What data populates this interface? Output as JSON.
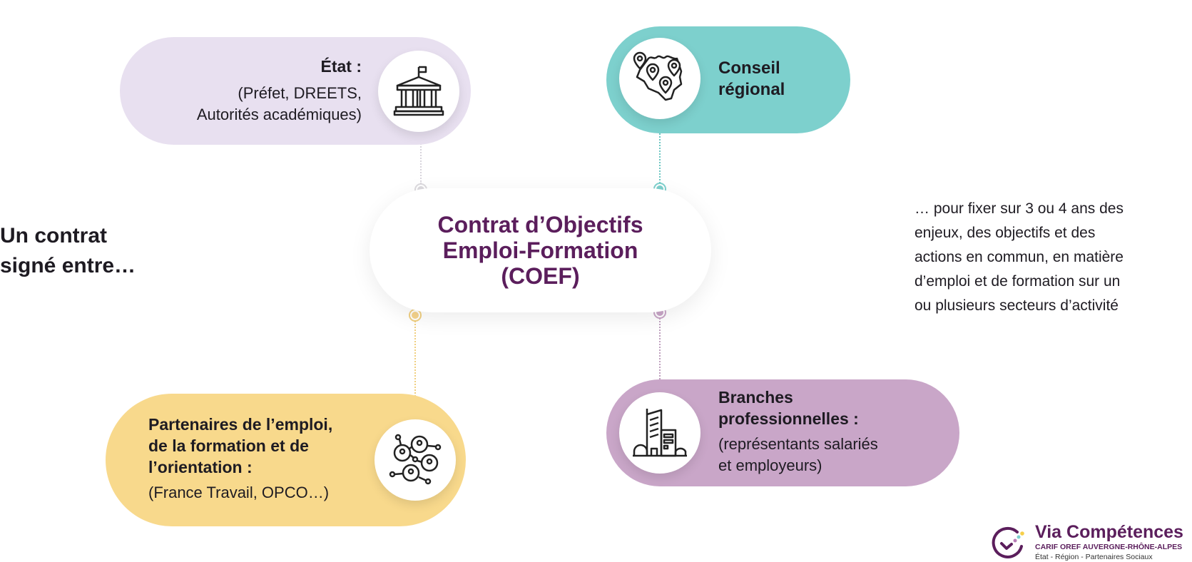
{
  "intro": {
    "lines": [
      "Un contrat",
      "signé entre…"
    ]
  },
  "center": {
    "lines": [
      "Contrat d’Objectifs",
      "Emploi-Formation",
      "(COEF)"
    ],
    "color": "#5b1e5c"
  },
  "etat": {
    "title": "État :",
    "body": [
      "(Préfet, DREETS,",
      "Autorités académiques)"
    ],
    "color": "#e8e0f0",
    "icon": "government-building-icon"
  },
  "conseil": {
    "title": [
      "Conseil",
      "régional"
    ],
    "color": "#7dd0cd",
    "icon": "region-map-pins-icon"
  },
  "partenaires": {
    "title": [
      "Partenaires de l’emploi,",
      "de la formation et de",
      "l’orientation  :"
    ],
    "body": "(France Travail, OPCO…)",
    "color": "#f8d98c",
    "icon": "people-network-icon"
  },
  "branches": {
    "title": [
      "Branches",
      "professionnelles :"
    ],
    "body": [
      "(représentants salariés",
      "et employeurs)"
    ],
    "color": "#c9a6c8",
    "icon": "office-buildings-icon"
  },
  "purpose": {
    "lines": [
      "… pour fixer sur 3 ou 4 ans des",
      "enjeux, des objectifs et des",
      "actions en commun, en matière",
      "d’emploi et de formation sur un",
      "ou plusieurs secteurs d’activité"
    ]
  },
  "logo": {
    "name": "Via Compétences",
    "subtitle": "CARIF OREF AUVERGNE-RHÔNE-ALPES",
    "tagline": "État - Région - Partenaires Sociaux"
  }
}
